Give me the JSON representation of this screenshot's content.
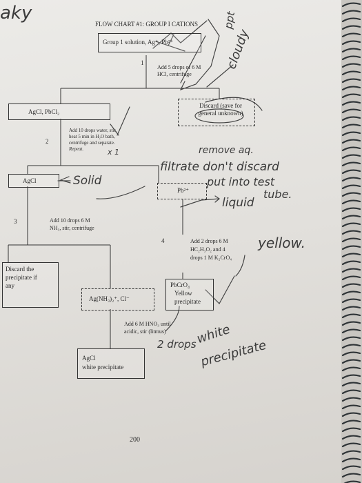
{
  "title": "FLOW CHART #1: GROUP I CATIONS",
  "boxes": {
    "group1": "Group 1 solution, Ag⁺, Pb²⁺",
    "agcl_pbcl2": "AgCl, PbCl₂",
    "discard_general": "Discard (save for general unknown)",
    "agcl": "AgCl",
    "pb2": "Pb²⁺",
    "discard_ppt_line1": "Discard the",
    "discard_ppt_line2": "precipitate if",
    "discard_ppt_line3": "any",
    "agnh3": "Ag(NH₃)₂⁺, Cl⁻",
    "pbcro4_line1": "PbCrO₄",
    "pbcro4_line2": "Yellow",
    "pbcro4_line3": "precipitate",
    "agcl_white_line1": "AgCl",
    "agcl_white_line2": "white precipitate"
  },
  "steps": {
    "s1_num": "1",
    "s1_line1": "Add 5 drops of 6 M",
    "s1_line2": "HCl, centrifuge",
    "s2_num": "2",
    "s2_line1": "Add 10 drops water, stir,",
    "s2_line2": "heat 5 min in H₂O bath,",
    "s2_line3": "centrifuge and separate.",
    "s2_line4": "Repeat.",
    "s3_num": "3",
    "s3_line1": "Add 10 drops 6 M",
    "s3_line2": "NH₃, stir, centrifuge",
    "s4_num": "4",
    "s4_line1": "Add 2 drops 6 M",
    "s4_line2": "HC₂H₃O₂ and 4",
    "s4_line3": "drops 1 M K₂CrO₄",
    "s5_line1": "Add 6 M HNO₃ until",
    "s5_line2": "acidic, stir (litmus)"
  },
  "handwriting": {
    "corner": "aky",
    "ppt": "ppt",
    "cloudy": "cloudy",
    "x1": "x 1",
    "remove": "remove aq.",
    "filtrate1": "filtrate don't discard",
    "filtrate2": "put into test",
    "filtrate3": "tube.",
    "solid": "Solid",
    "liquid": "liquid",
    "yellow": "yellow.",
    "drops": "2 drops",
    "white": "white",
    "precipitate": "precipitate"
  },
  "page_number": "200"
}
